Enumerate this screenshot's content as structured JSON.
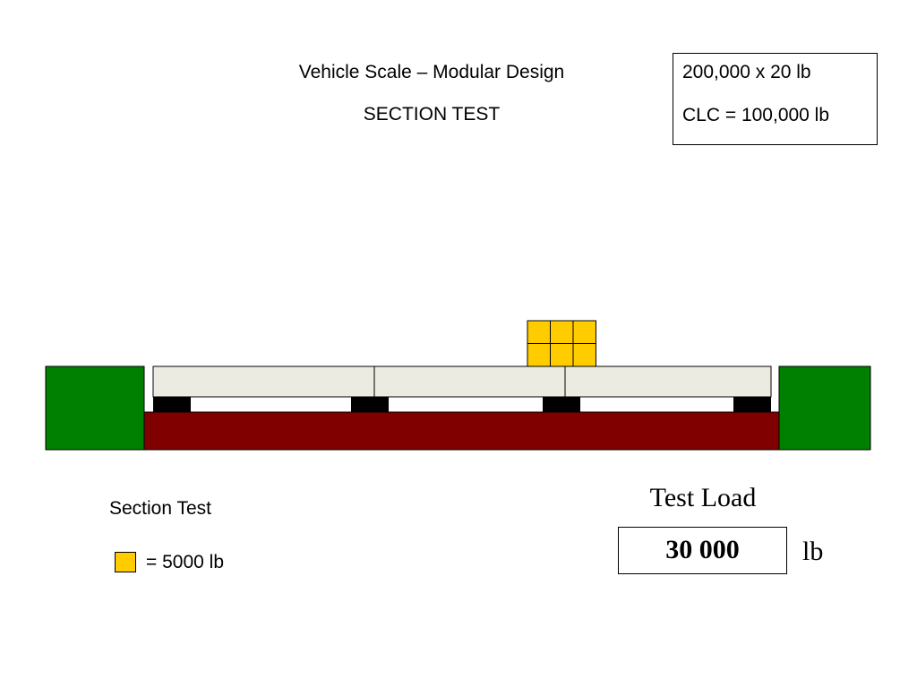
{
  "header": {
    "title": "Vehicle Scale – Modular Design",
    "subtitle": "SECTION TEST"
  },
  "spec_box": {
    "capacity": "200,000 x 20 lb",
    "clc": "CLC = 100,000 lb"
  },
  "legend": {
    "title": "Section Test",
    "weight_label": "= 5000 lb",
    "weight_color": "#ffcc00"
  },
  "test_load": {
    "label": "Test Load",
    "value": "30 000",
    "unit": "lb"
  },
  "scale": {
    "section_count": 3,
    "load_on_section": 2,
    "block_grid": {
      "rows": 2,
      "cols": 3
    },
    "colors": {
      "abutment": "#008000",
      "foundation": "#800000",
      "platform": "#ecebe1",
      "support": "#000000",
      "weight": "#ffcc00"
    }
  }
}
